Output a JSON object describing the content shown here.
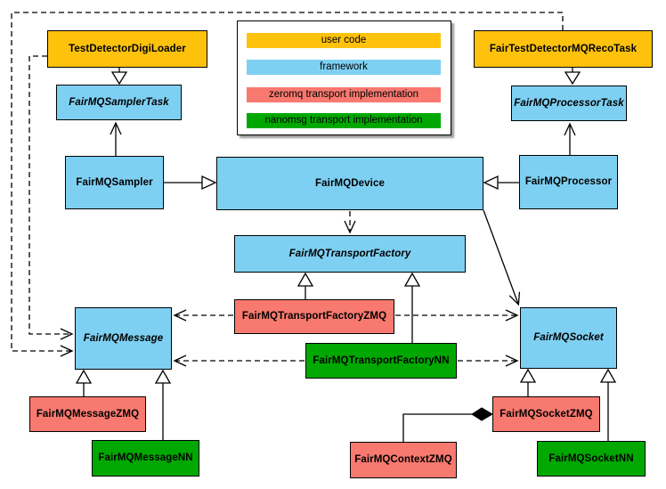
{
  "colors": {
    "user_code": "#FEC20D",
    "framework": "#7ED0F2",
    "zeromq": "#F8796F",
    "nanomsg": "#01A801",
    "line": "#000000"
  },
  "legend": {
    "items": [
      {
        "label": "user code",
        "color": "#FEC20D"
      },
      {
        "label": "framework",
        "color": "#7ED0F2"
      },
      {
        "label": "zeromq transport implementation",
        "color": "#F8796F"
      },
      {
        "label": "nanomsg transport implementation",
        "color": "#01A801"
      }
    ]
  },
  "nodes": {
    "testDetectorDigiLoader": {
      "label": "TestDetectorDigiLoader",
      "category": "user_code",
      "abstract": false
    },
    "fairTestDetectorMQRecoTask": {
      "label": "FairTestDetectorMQRecoTask",
      "category": "user_code",
      "abstract": false
    },
    "fairMQSamplerTask": {
      "label": "FairMQSamplerTask",
      "category": "framework",
      "abstract": true
    },
    "fairMQProcessorTask": {
      "label": "FairMQProcessorTask",
      "category": "framework",
      "abstract": true
    },
    "fairMQSampler": {
      "label": "FairMQSampler",
      "category": "framework",
      "abstract": false
    },
    "fairMQDevice": {
      "label": "FairMQDevice",
      "category": "framework",
      "abstract": false
    },
    "fairMQProcessor": {
      "label": "FairMQProcessor",
      "category": "framework",
      "abstract": false
    },
    "fairMQTransportFactory": {
      "label": "FairMQTransportFactory",
      "category": "framework",
      "abstract": true
    },
    "fairMQTransportFactoryZMQ": {
      "label": "FairMQTransportFactoryZMQ",
      "category": "zeromq",
      "abstract": false
    },
    "fairMQTransportFactoryNN": {
      "label": "FairMQTransportFactoryNN",
      "category": "nanomsg",
      "abstract": false
    },
    "fairMQMessage": {
      "label": "FairMQMessage",
      "category": "framework",
      "abstract": true
    },
    "fairMQSocket": {
      "label": "FairMQSocket",
      "category": "framework",
      "abstract": true
    },
    "fairMQMessageZMQ": {
      "label": "FairMQMessageZMQ",
      "category": "zeromq",
      "abstract": false
    },
    "fairMQMessageNN": {
      "label": "FairMQMessageNN",
      "category": "nanomsg",
      "abstract": false
    },
    "fairMQSocketZMQ": {
      "label": "FairMQSocketZMQ",
      "category": "zeromq",
      "abstract": false
    },
    "fairMQSocketNN": {
      "label": "FairMQSocketNN",
      "category": "nanomsg",
      "abstract": false
    },
    "fairMQContextZMQ": {
      "label": "FairMQContextZMQ",
      "category": "zeromq",
      "abstract": false
    }
  },
  "edges": [
    {
      "from": "TestDetectorDigiLoader",
      "to": "FairMQSamplerTask",
      "type": "inheritance"
    },
    {
      "from": "FairTestDetectorMQRecoTask",
      "to": "FairMQProcessorTask",
      "type": "inheritance"
    },
    {
      "from": "FairMQSampler",
      "to": "FairMQSamplerTask",
      "type": "association"
    },
    {
      "from": "FairMQProcessor",
      "to": "FairMQProcessorTask",
      "type": "association"
    },
    {
      "from": "FairMQSampler",
      "to": "FairMQDevice",
      "type": "inheritance"
    },
    {
      "from": "FairMQProcessor",
      "to": "FairMQDevice",
      "type": "inheritance"
    },
    {
      "from": "FairMQDevice",
      "to": "FairMQTransportFactory",
      "type": "dependency"
    },
    {
      "from": "FairMQDevice",
      "to": "FairMQSocket",
      "type": "association"
    },
    {
      "from": "FairMQTransportFactoryZMQ",
      "to": "FairMQTransportFactory",
      "type": "inheritance"
    },
    {
      "from": "FairMQTransportFactoryNN",
      "to": "FairMQTransportFactory",
      "type": "inheritance"
    },
    {
      "from": "FairMQTransportFactoryZMQ",
      "to": "FairMQMessage",
      "type": "dependency"
    },
    {
      "from": "FairMQTransportFactoryZMQ",
      "to": "FairMQSocket",
      "type": "dependency"
    },
    {
      "from": "FairMQTransportFactoryNN",
      "to": "FairMQMessage",
      "type": "dependency"
    },
    {
      "from": "FairMQTransportFactoryNN",
      "to": "FairMQSocket",
      "type": "dependency"
    },
    {
      "from": "TestDetectorDigiLoader",
      "to": "FairMQMessage",
      "type": "dependency"
    },
    {
      "from": "FairTestDetectorMQRecoTask",
      "to": "FairMQMessage",
      "type": "dependency"
    },
    {
      "from": "FairMQMessageZMQ",
      "to": "FairMQMessage",
      "type": "inheritance"
    },
    {
      "from": "FairMQMessageNN",
      "to": "FairMQMessage",
      "type": "inheritance"
    },
    {
      "from": "FairMQSocketZMQ",
      "to": "FairMQSocket",
      "type": "inheritance"
    },
    {
      "from": "FairMQSocketNN",
      "to": "FairMQSocket",
      "type": "inheritance"
    },
    {
      "from": "FairMQContextZMQ",
      "to": "FairMQSocketZMQ",
      "type": "composition"
    }
  ]
}
